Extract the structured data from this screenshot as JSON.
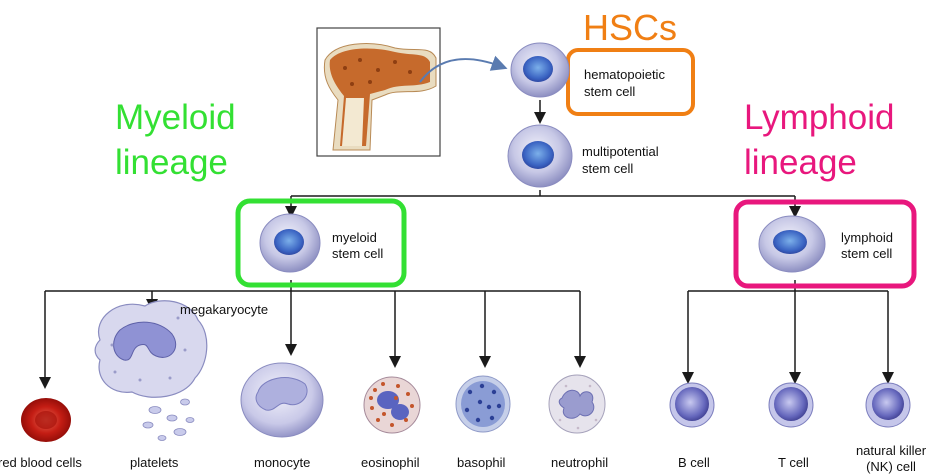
{
  "headings": {
    "hscs": "HSCs",
    "myeloid": [
      "Myeloid",
      "lineage"
    ],
    "lymphoid": [
      "Lymphoid",
      "lineage"
    ]
  },
  "stem_cells": {
    "hematopoietic": [
      "hematopoietic",
      "stem cell"
    ],
    "multipotential": [
      "multipotential",
      "stem cell"
    ],
    "myeloid": [
      "myeloid",
      "stem cell"
    ],
    "lymphoid": [
      "lymphoid",
      "stem cell"
    ]
  },
  "megakaryocyte": "megakaryocyte",
  "cells": {
    "red_blood_cells": "red blood cells",
    "platelets": "platelets",
    "monocyte": "monocyte",
    "eosinophil": "eosinophil",
    "basophil": "basophil",
    "neutrophil": "neutrophil",
    "b_cell": "B cell",
    "t_cell": "T cell",
    "nk_cell": [
      "natural killer",
      "(NK) cell"
    ]
  },
  "colors": {
    "hsc_box": "#f07f14",
    "myeloid": "#33e033",
    "lymphoid": "#e8177d",
    "arrow": "#1a1a1a"
  }
}
